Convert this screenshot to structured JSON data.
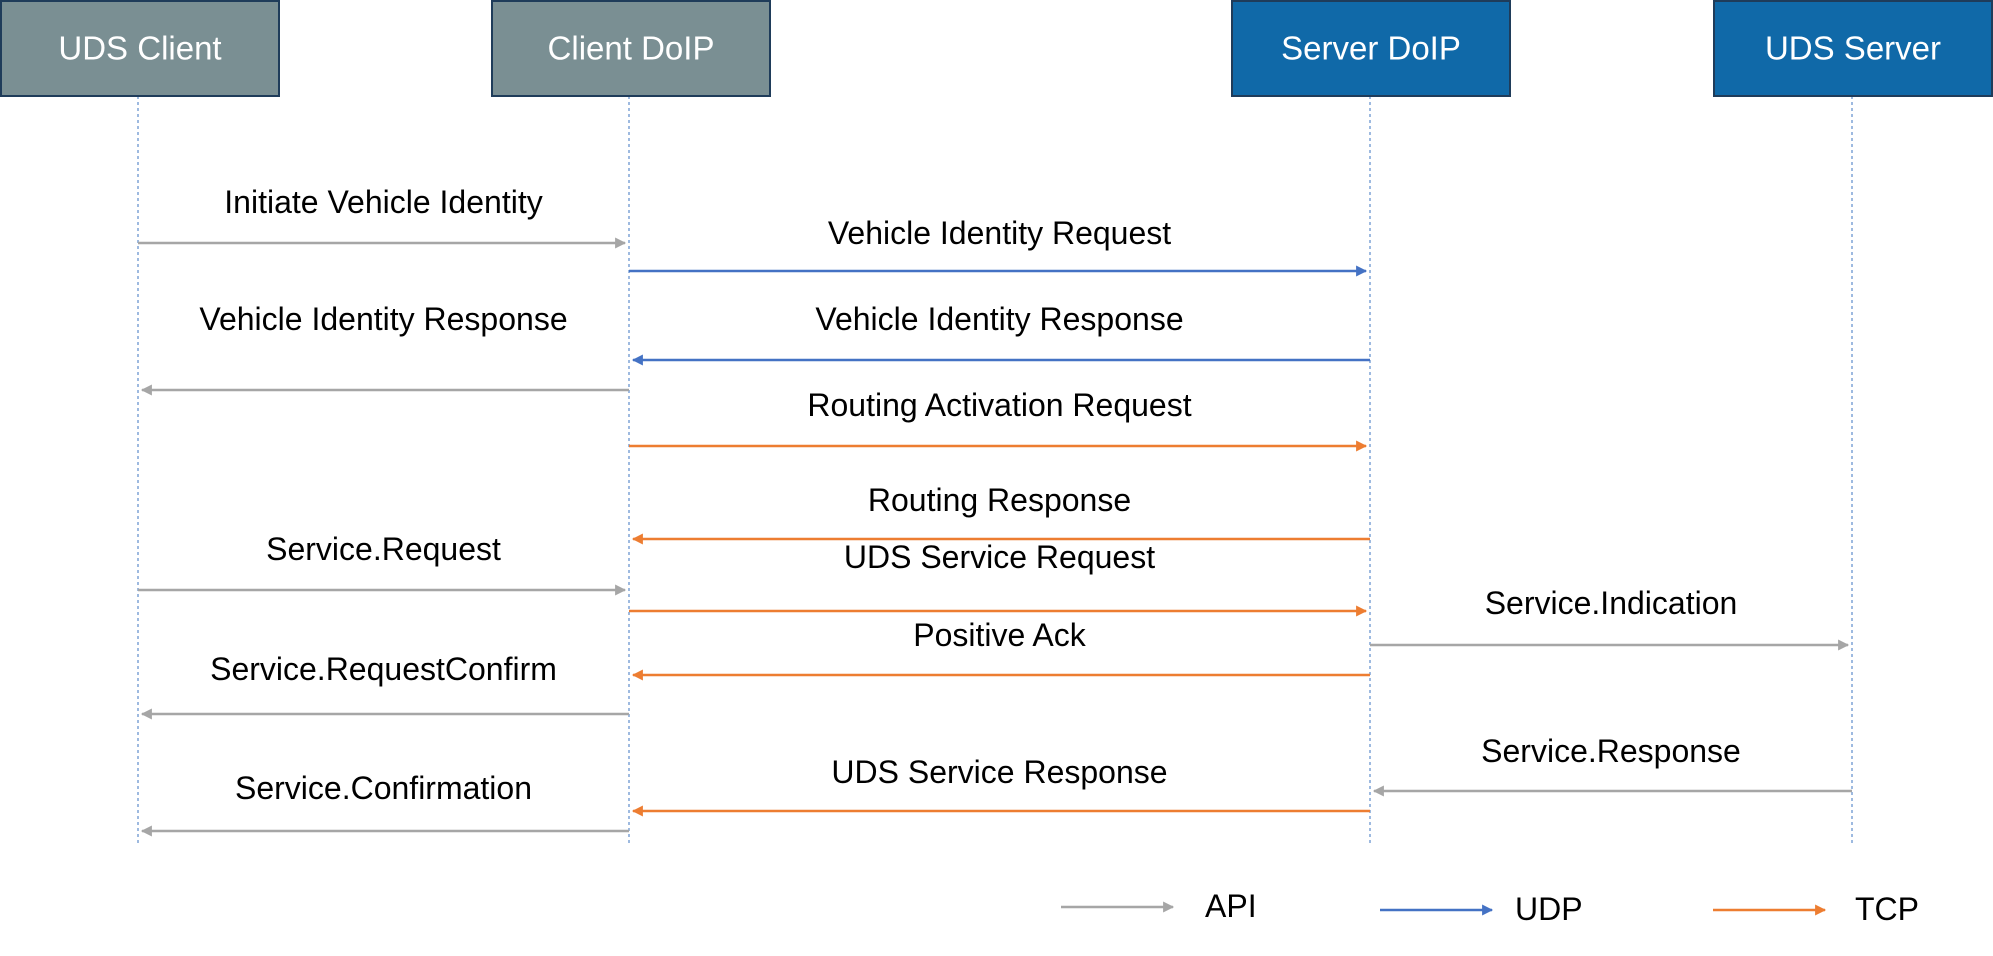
{
  "colors": {
    "API": "#a6a6a6",
    "UDP": "#4472c4",
    "TCP": "#ed7d31",
    "actor_client_fill": "#7a8f93",
    "actor_server_fill": "#1069a8",
    "actor_border": "#1f3c5a",
    "lifeline": "#7fa4d6"
  },
  "actors": [
    {
      "id": "uds_client",
      "label": "UDS Client",
      "theme": "client"
    },
    {
      "id": "client_doip",
      "label": "Client DoIP",
      "theme": "client"
    },
    {
      "id": "server_doip",
      "label": "Server DoIP",
      "theme": "server"
    },
    {
      "id": "uds_server",
      "label": "UDS Server",
      "theme": "server"
    }
  ],
  "messages": [
    {
      "label": "Initiate Vehicle Identity",
      "from": "uds_client",
      "to": "client_doip",
      "type": "API"
    },
    {
      "label": "Vehicle Identity Request",
      "from": "client_doip",
      "to": "server_doip",
      "type": "UDP"
    },
    {
      "label": "Vehicle Identity Response",
      "from": "server_doip",
      "to": "client_doip",
      "type": "UDP"
    },
    {
      "label": "Vehicle Identity Response",
      "from": "client_doip",
      "to": "uds_client",
      "type": "API"
    },
    {
      "label": "Routing Activation Request",
      "from": "client_doip",
      "to": "server_doip",
      "type": "TCP"
    },
    {
      "label": "Routing Response",
      "from": "server_doip",
      "to": "client_doip",
      "type": "TCP"
    },
    {
      "label": "Service.Request",
      "from": "uds_client",
      "to": "client_doip",
      "type": "API"
    },
    {
      "label": "UDS Service Request",
      "from": "client_doip",
      "to": "server_doip",
      "type": "TCP"
    },
    {
      "label": "Service.Indication",
      "from": "server_doip",
      "to": "uds_server",
      "type": "API"
    },
    {
      "label": "Positive Ack",
      "from": "server_doip",
      "to": "client_doip",
      "type": "TCP"
    },
    {
      "label": "Service.RequestConfirm",
      "from": "client_doip",
      "to": "uds_client",
      "type": "API"
    },
    {
      "label": "Service.Response",
      "from": "uds_server",
      "to": "server_doip",
      "type": "API"
    },
    {
      "label": "UDS Service Response",
      "from": "server_doip",
      "to": "client_doip",
      "type": "TCP"
    },
    {
      "label": "Service.Confirmation",
      "from": "client_doip",
      "to": "uds_client",
      "type": "API"
    }
  ],
  "legend": [
    {
      "label": "API",
      "type": "API"
    },
    {
      "label": "UDP",
      "type": "UDP"
    },
    {
      "label": "TCP",
      "type": "TCP"
    }
  ]
}
